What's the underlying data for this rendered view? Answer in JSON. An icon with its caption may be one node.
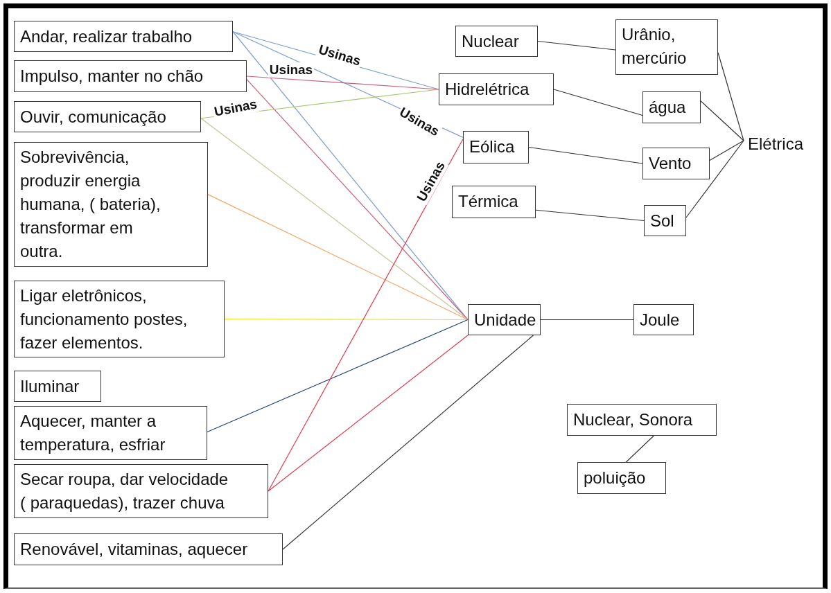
{
  "diagram": {
    "nodes": [
      {
        "text": [
          "Andar, realizar trabalho"
        ]
      },
      {
        "text": [
          "Impulso, manter no chão"
        ]
      },
      {
        "text": [
          "Ouvir, comunicação"
        ]
      },
      {
        "text": [
          "Sobrevivência, produzir energia humana, ( bateria), transformar em outra."
        ]
      },
      {
        "text": [
          "Ligar eletrônicos, funcionamento postes, fazer elementos."
        ]
      },
      {
        "text": [
          "Iluminar"
        ]
      },
      {
        "text": [
          "Aquecer, manter a temperatura, esfriar"
        ]
      },
      {
        "text": [
          "Secar roupa, dar velocidade ( paraquedas), trazer chuva"
        ]
      },
      {
        "text": [
          "Renovável, vitaminas, aquecer"
        ]
      },
      {
        "text": [
          "Nuclear"
        ]
      },
      {
        "text": [
          "Urânio, mercúrio"
        ]
      },
      {
        "text": [
          "Hidrelétrica"
        ]
      },
      {
        "text": [
          "água"
        ]
      },
      {
        "text": [
          "Eólica"
        ]
      },
      {
        "text": [
          "Vento"
        ]
      },
      {
        "text": [
          "Térmica"
        ]
      },
      {
        "text": [
          "Sol"
        ]
      },
      {
        "text": [
          "Elétrica"
        ]
      },
      {
        "text": [
          "Unidade"
        ]
      },
      {
        "text": [
          "Joule"
        ]
      },
      {
        "text": [
          "Nuclear, Sonora"
        ]
      },
      {
        "text": [
          "poluição"
        ]
      }
    ],
    "edges": [
      {
        "from": 0,
        "to": 11,
        "arrow": "none",
        "label": "Usinas",
        "color": "#7f9fd2"
      },
      {
        "from": 0,
        "to": 13,
        "arrow": "none",
        "label": "Usinas",
        "color": "#7f9fd2"
      },
      {
        "from": 0,
        "to": 18,
        "arrow": "none",
        "color": "#7f9fd2"
      },
      {
        "from": 1,
        "to": 11,
        "arrow": "none",
        "label": "Usinas",
        "color": "#c8607a"
      },
      {
        "from": 1,
        "to": 18,
        "arrow": "none",
        "color": "#c8607a"
      },
      {
        "from": 2,
        "to": 11,
        "arrow": "none",
        "label": "Usinas",
        "color": "#a8c870"
      },
      {
        "from": 2,
        "to": 18,
        "arrow": "none",
        "color": "#c8c49a"
      },
      {
        "from": 3,
        "to": 18,
        "arrow": "none",
        "color": "#f0a868"
      },
      {
        "from": 4,
        "to": 18,
        "arrow": "none",
        "color": "#f0e020"
      },
      {
        "from": 6,
        "to": 18,
        "arrow": "none",
        "color": "#24407a"
      },
      {
        "from": 7,
        "to": 13,
        "arrow": "none",
        "label": "Usinas",
        "color": "#e03a48"
      },
      {
        "from": 7,
        "to": 18,
        "arrow": "none",
        "color": "#e03a48"
      },
      {
        "from": 8,
        "to": 18,
        "arrow": "none"
      },
      {
        "from": 9,
        "to": 10,
        "arrow": "none"
      },
      {
        "from": 11,
        "to": 12,
        "arrow": "none"
      },
      {
        "from": 13,
        "to": 14,
        "arrow": "none"
      },
      {
        "from": 15,
        "to": 16,
        "arrow": "none"
      },
      {
        "from": 10,
        "to": 17,
        "arrow": "none"
      },
      {
        "from": 12,
        "to": 17,
        "arrow": "none"
      },
      {
        "from": 14,
        "to": 17,
        "arrow": "none"
      },
      {
        "from": 16,
        "to": 17,
        "arrow": "none"
      },
      {
        "from": 18,
        "to": 19,
        "arrow": "none"
      },
      {
        "from": 20,
        "to": 21,
        "arrow": "none"
      }
    ]
  }
}
